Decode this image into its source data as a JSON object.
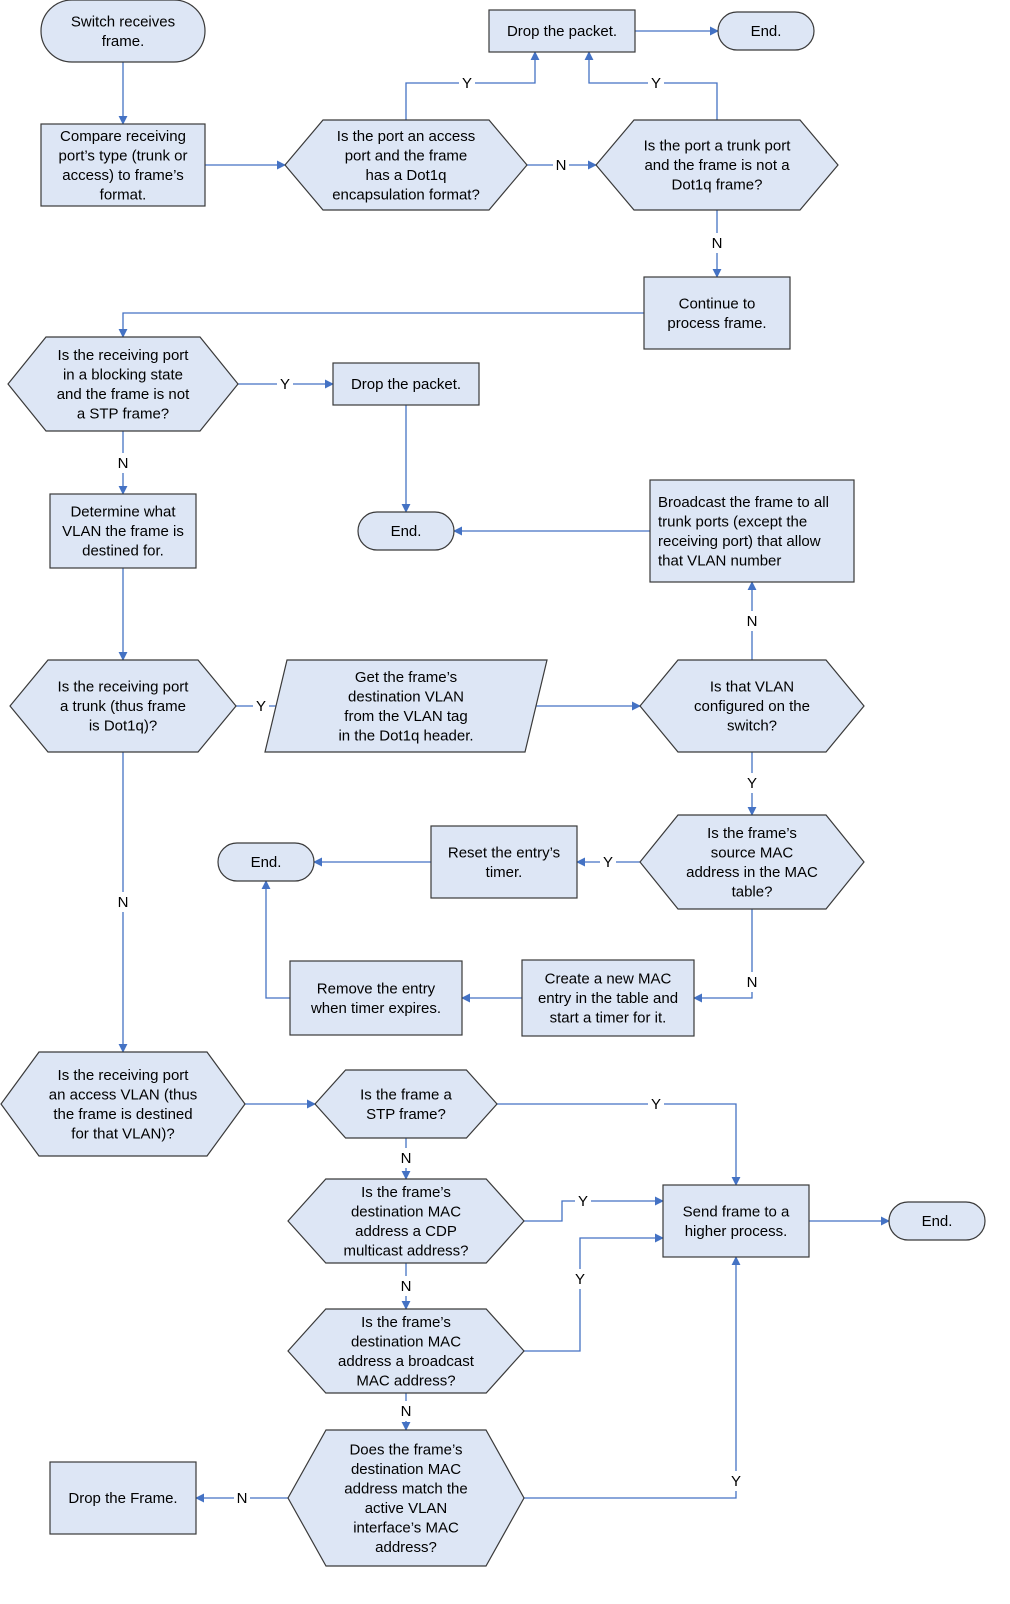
{
  "colors": {
    "node_fill": "#dde6f5",
    "node_stroke": "#3a3a3a",
    "edge": "#4472c4",
    "label_bg": "#ffffff",
    "text": "#000000"
  },
  "labels": {
    "yes": "Y",
    "no": "N"
  },
  "nodes": {
    "start": {
      "shape": "terminator",
      "lines": [
        "Switch receives",
        "frame."
      ]
    },
    "compare": {
      "shape": "process",
      "lines": [
        "Compare receiving",
        "port’s type (trunk or",
        "access) to frame’s",
        "format."
      ]
    },
    "q_access_dot1q": {
      "shape": "decision",
      "lines": [
        "Is the port an access",
        "port and the frame",
        "has a Dot1q",
        "encapsulation format?"
      ]
    },
    "drop1": {
      "shape": "process",
      "lines": [
        "Drop the packet."
      ]
    },
    "end1": {
      "shape": "terminator",
      "lines": [
        "End."
      ]
    },
    "q_trunk_not_dot1q": {
      "shape": "decision",
      "lines": [
        "Is the port a trunk port",
        "and the frame is not a",
        "Dot1q frame?"
      ]
    },
    "continue": {
      "shape": "process",
      "lines": [
        "Continue to",
        "process frame."
      ]
    },
    "q_blocking": {
      "shape": "decision",
      "lines": [
        "Is the receiving port",
        "in a blocking state",
        "and the frame is not",
        "a STP frame?"
      ]
    },
    "drop2": {
      "shape": "process",
      "lines": [
        "Drop the packet."
      ]
    },
    "end2": {
      "shape": "terminator",
      "lines": [
        "End."
      ]
    },
    "broadcast": {
      "shape": "process",
      "lines": [
        "Broadcast the frame to all",
        "trunk ports (except the",
        "receiving port) that allow",
        "that VLAN number"
      ]
    },
    "determine_vlan": {
      "shape": "process",
      "lines": [
        "Determine what",
        "VLAN the frame is",
        "destined for."
      ]
    },
    "q_trunk": {
      "shape": "decision",
      "lines": [
        "Is the receiving port",
        "a trunk (thus frame",
        "is  Dot1q)?"
      ]
    },
    "get_vlan": {
      "shape": "data",
      "lines": [
        "Get the frame’s",
        "destination VLAN",
        "from the VLAN tag",
        "in the Dot1q header."
      ]
    },
    "q_vlan_configured": {
      "shape": "decision",
      "lines": [
        "Is that VLAN",
        "configured on the",
        "switch?"
      ]
    },
    "q_source_mac": {
      "shape": "decision",
      "lines": [
        "Is the frame’s",
        "source MAC",
        "address in the MAC",
        "table?"
      ]
    },
    "reset_timer": {
      "shape": "process",
      "lines": [
        "Reset the entry’s",
        "timer."
      ]
    },
    "end3": {
      "shape": "terminator",
      "lines": [
        "End."
      ]
    },
    "create_entry": {
      "shape": "process",
      "lines": [
        "Create a new MAC",
        "entry in the table and",
        "start a timer for it."
      ]
    },
    "remove_entry": {
      "shape": "process",
      "lines": [
        "Remove the entry",
        "when timer expires."
      ]
    },
    "q_access_vlan": {
      "shape": "decision",
      "lines": [
        "Is the receiving port",
        "an access VLAN (thus",
        "the frame is destined",
        "for that VLAN)?"
      ]
    },
    "q_stp": {
      "shape": "decision",
      "lines": [
        "Is the frame a",
        "STP frame?"
      ]
    },
    "q_cdp": {
      "shape": "decision",
      "lines": [
        "Is the frame’s",
        "destination MAC",
        "address a CDP",
        "multicast address?"
      ]
    },
    "send_higher": {
      "shape": "process",
      "lines": [
        "Send frame to a",
        "higher process."
      ]
    },
    "end4": {
      "shape": "terminator",
      "lines": [
        "End."
      ]
    },
    "q_broadcast": {
      "shape": "decision",
      "lines": [
        "Is the frame’s",
        "destination MAC",
        "address a broadcast",
        "MAC address?"
      ]
    },
    "q_match_vlan": {
      "shape": "decision",
      "lines": [
        "Does the frame’s",
        "destination MAC",
        "address match the",
        "active VLAN",
        "interface’s MAC",
        "address?"
      ]
    },
    "drop_frame": {
      "shape": "process",
      "lines": [
        "Drop the Frame."
      ]
    }
  },
  "edges": [
    {
      "from": "start",
      "to": "compare",
      "label": ""
    },
    {
      "from": "compare",
      "to": "q_access_dot1q",
      "label": ""
    },
    {
      "from": "q_access_dot1q",
      "to": "drop1",
      "label": "Y"
    },
    {
      "from": "q_access_dot1q",
      "to": "q_trunk_not_dot1q",
      "label": "N"
    },
    {
      "from": "q_trunk_not_dot1q",
      "to": "drop1",
      "label": "Y"
    },
    {
      "from": "drop1",
      "to": "end1",
      "label": ""
    },
    {
      "from": "q_trunk_not_dot1q",
      "to": "continue",
      "label": "N"
    },
    {
      "from": "continue",
      "to": "q_blocking",
      "label": ""
    },
    {
      "from": "q_blocking",
      "to": "drop2",
      "label": "Y"
    },
    {
      "from": "drop2",
      "to": "end2",
      "label": ""
    },
    {
      "from": "q_blocking",
      "to": "determine_vlan",
      "label": "N"
    },
    {
      "from": "determine_vlan",
      "to": "q_trunk",
      "label": ""
    },
    {
      "from": "q_trunk",
      "to": "get_vlan",
      "label": "Y"
    },
    {
      "from": "get_vlan",
      "to": "q_vlan_configured",
      "label": ""
    },
    {
      "from": "q_vlan_configured",
      "to": "broadcast",
      "label": "N"
    },
    {
      "from": "broadcast",
      "to": "end2",
      "label": ""
    },
    {
      "from": "q_vlan_configured",
      "to": "q_source_mac",
      "label": "Y"
    },
    {
      "from": "q_source_mac",
      "to": "reset_timer",
      "label": "Y"
    },
    {
      "from": "reset_timer",
      "to": "end3",
      "label": ""
    },
    {
      "from": "q_source_mac",
      "to": "create_entry",
      "label": "N"
    },
    {
      "from": "create_entry",
      "to": "remove_entry",
      "label": ""
    },
    {
      "from": "remove_entry",
      "to": "end3",
      "label": ""
    },
    {
      "from": "q_trunk",
      "to": "q_access_vlan",
      "label": "N"
    },
    {
      "from": "q_access_vlan",
      "to": "q_stp",
      "label": ""
    },
    {
      "from": "q_stp",
      "to": "send_higher",
      "label": "Y"
    },
    {
      "from": "q_stp",
      "to": "q_cdp",
      "label": "N"
    },
    {
      "from": "q_cdp",
      "to": "send_higher",
      "label": "Y"
    },
    {
      "from": "send_higher",
      "to": "end4",
      "label": ""
    },
    {
      "from": "q_cdp",
      "to": "q_broadcast",
      "label": "N"
    },
    {
      "from": "q_broadcast",
      "to": "send_higher",
      "label": "Y"
    },
    {
      "from": "q_broadcast",
      "to": "q_match_vlan",
      "label": "N"
    },
    {
      "from": "q_match_vlan",
      "to": "send_higher",
      "label": "Y"
    },
    {
      "from": "q_match_vlan",
      "to": "drop_frame",
      "label": "N"
    }
  ]
}
